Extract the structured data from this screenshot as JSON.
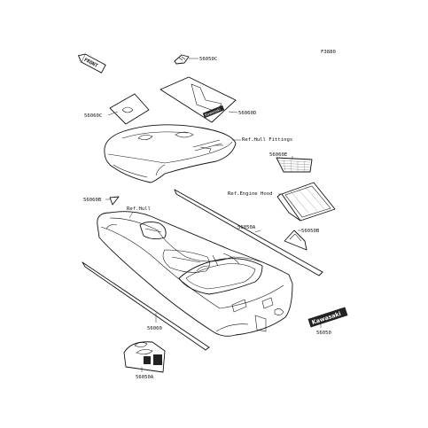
{
  "figure_code": "F3880",
  "front_badge": "FRONT",
  "labels": {
    "p56050c": "56050C",
    "p56060c": "56060C",
    "p56060d": "56060D",
    "ref_hull_fittings": "Ref.Hull Fittings",
    "p56060e": "56060E",
    "ref_engine_hood": "Ref.Engine Hood",
    "p56060b": "56060B",
    "ref_hull": "Ref.Hull",
    "p56050a_side": "56050A",
    "p56050b": "56050B",
    "p56050": "56050",
    "p56060": "56060",
    "p56050a_bottom": "56050A"
  },
  "decal_text": {
    "seat_logo": "Kawasaki",
    "side_logo": "Kawasaki"
  },
  "colors": {
    "line": "#111111",
    "shade": "#d9d9d9",
    "background": "#ffffff"
  }
}
